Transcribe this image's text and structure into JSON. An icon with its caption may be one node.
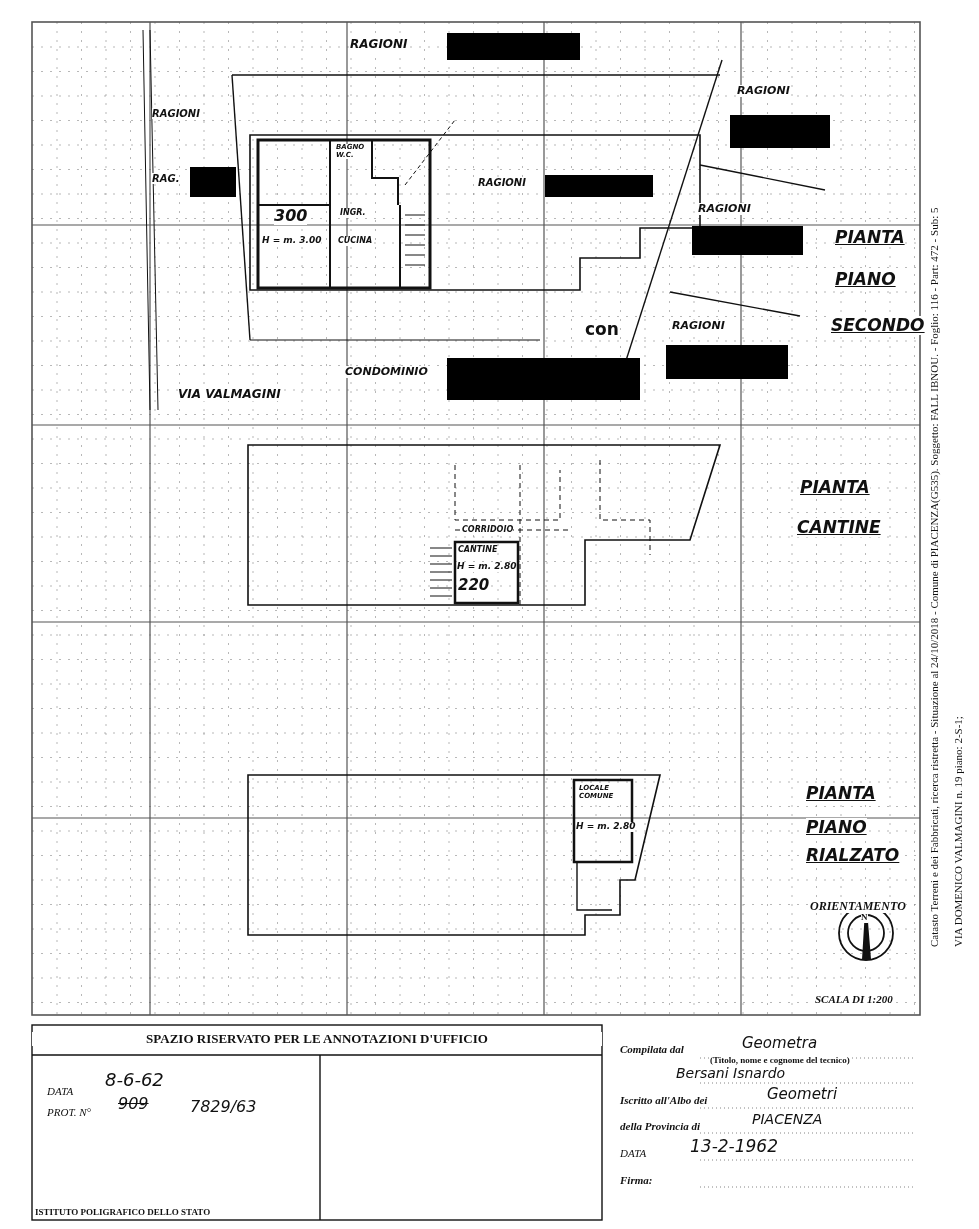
{
  "diagram": {
    "labels": [
      "RAGIONI",
      "RAGIONI",
      "RAGIONI",
      "BAGNO W.C.",
      "RAG.",
      "RAGIONI",
      "RAGIONI",
      "300",
      "INGR.",
      "H = m. 3.00",
      "CUCINA",
      "PIANTA",
      "PIANO",
      "SECONDO",
      "con",
      "RAGIONI",
      "CONDOMINIO",
      "VIA VALMAGINI",
      "PIANTA",
      "CANTINE",
      "CORRIDOIO",
      "CANTINE",
      "H = m. 2.80",
      "220",
      "PIANTA",
      "PIANO",
      "RIALZATO",
      "LOCALE COMUNE",
      "H = m. 2.80",
      "ORIENTAMENTO",
      "N",
      "SCALA DI 1:200",
      "SPAZIO RISERVATO PER LE ANNOTAZIONI D'UFFICIO",
      "DATA",
      "8-6-62",
      "PROT. N°",
      "909",
      "7829/63",
      "Compilata dal",
      "Geometra",
      "(Titolo, nome e cognome del tecnico)",
      "Bersani Isnardo",
      "Iscritto all'Albo dei",
      "Geometri",
      "della Provincia di",
      "PIACENZA",
      "DATA",
      "13-2-1962",
      "Firma:",
      "ISTITUTO POLIGRAFICO DELLO STATO",
      "Catasto Terreni e dei Fabbricati, ricerca ristretta - Situazione al 24/10/2018 - Comune di PIACENZA(G535). Soggetto: FALL IBNOU. - Foglio: 116 - Part: 472 - Sub: 5",
      "VIA DOMENICO VALMAGINI n. 19 piano: 2-S-1;"
    ]
  }
}
